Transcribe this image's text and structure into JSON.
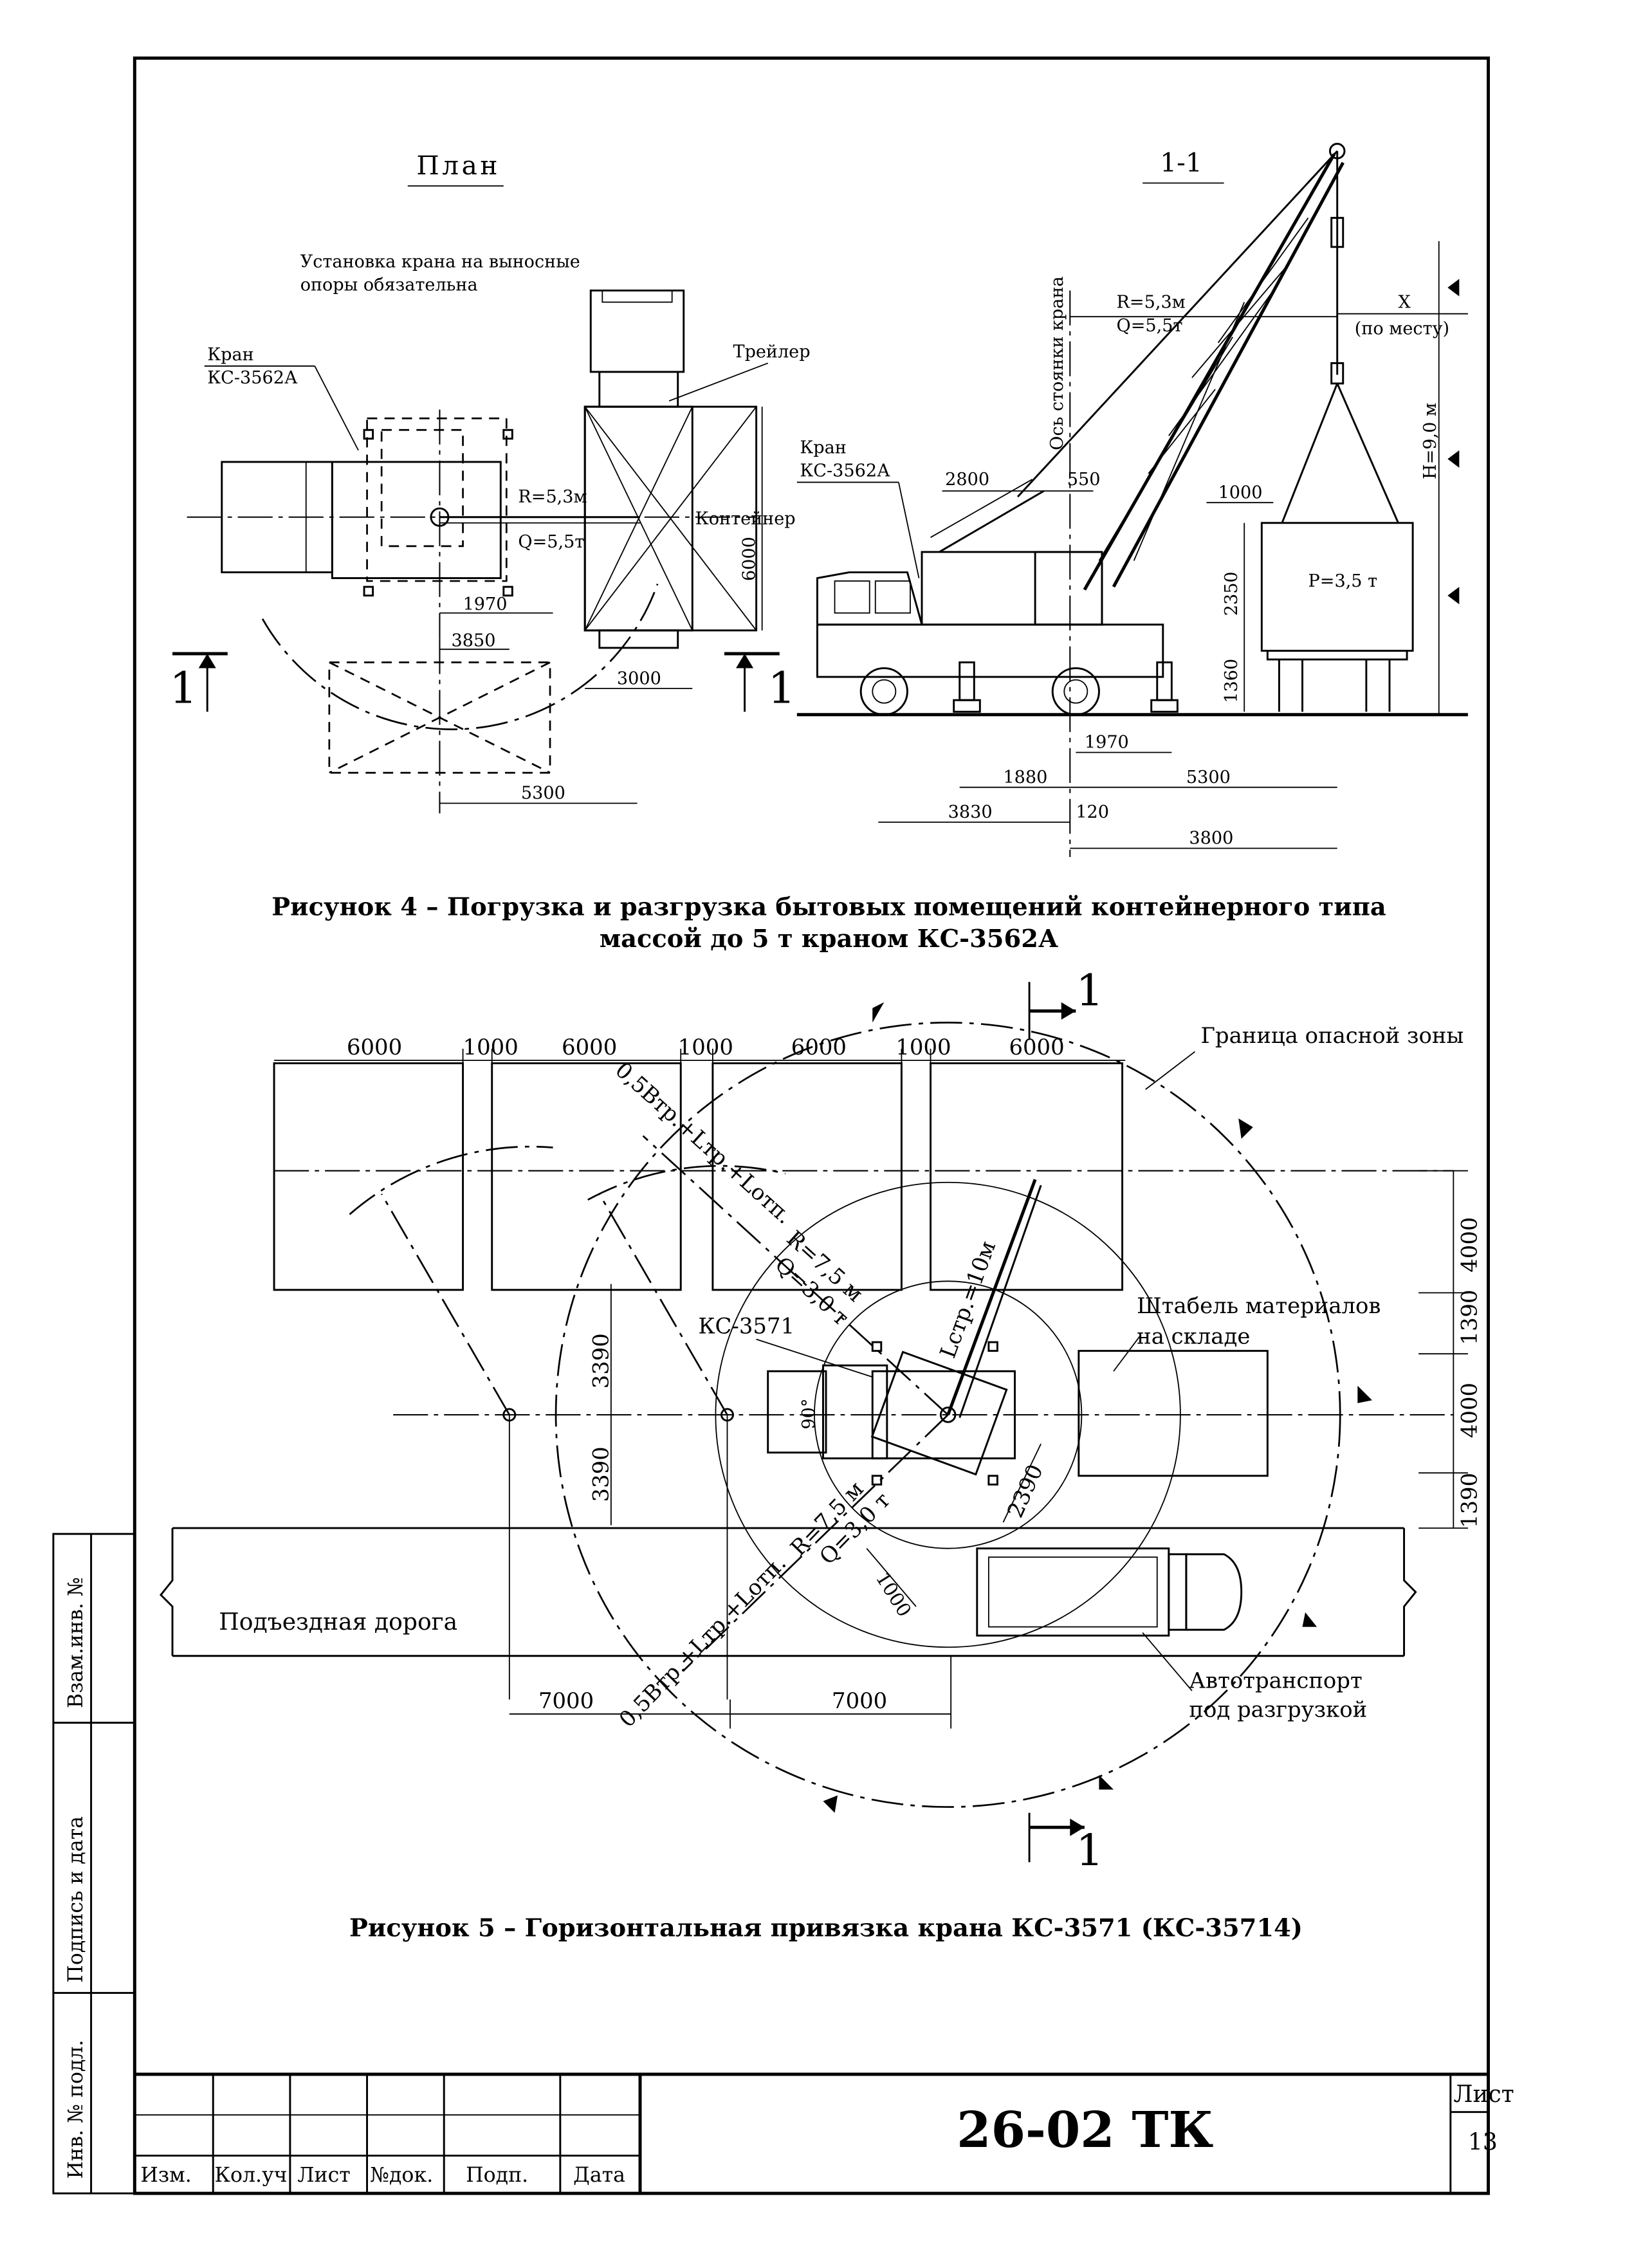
{
  "figure4": {
    "plan": {
      "title": "План",
      "note_line1": "Установка крана на выносные",
      "note_line2": "опоры обязательна",
      "crane_label_1": "Кран",
      "crane_label_2": "КС-3562А",
      "trailer": "Трейлер",
      "container": "Контейнер",
      "radius": "R=5,3м",
      "load": "Q=5,5т",
      "dim_1970": "1970",
      "dim_3850": "3850",
      "dim_3000": "3000",
      "dim_5300": "5300",
      "dim_6000": "6000",
      "section_left": "1",
      "section_right": "1"
    },
    "section": {
      "title": "1-1",
      "crane_label_1": "Кран",
      "crane_label_2": "КС-3562А",
      "axis_label": "Ось стоянки крана",
      "radius": "R=5,3м",
      "load": "Q=5,5т",
      "x_label": "X",
      "x_note": "(по месту)",
      "height": "H=9,0 м",
      "weight": "P=3,5 т",
      "dim_2800": "2800",
      "dim_550": "550",
      "dim_1000": "1000",
      "dim_2350": "2350",
      "dim_1360": "1360",
      "dim_1970": "1970",
      "dim_1880": "1880",
      "dim_5300": "5300",
      "dim_3830": "3830",
      "dim_120": "120",
      "dim_3800": "3800"
    },
    "caption_line1": "Рисунок 4 – Погрузка и разгрузка бытовых помещений контейнерного типа",
    "caption_line2": "массой до 5 т краном КС-3562А"
  },
  "figure5": {
    "section_mark": "1",
    "danger_zone": "Граница опасной зоны",
    "top_dims": [
      "6000",
      "1000",
      "6000",
      "1000",
      "6000",
      "1000",
      "6000"
    ],
    "crane": "КС-3571",
    "stack_1": "Штабель материалов",
    "stack_2": "на складе",
    "radius_top": "R=7,5 м",
    "load_top": "Q=3,0 т",
    "radius_bottom": "R=7,5 м",
    "load_bottom": "Q=3,0 т",
    "boom_length": "Lстр.=10м",
    "formula_top": "0,5Втр.+Lтр.+Lотп.",
    "formula_bottom": "0,5Втр.+Lтр.+Lотп.",
    "angle": "90°",
    "dim_2390": "2390",
    "dim_1000": "1000",
    "dim_3390_a": "3390",
    "dim_3390_b": "3390",
    "right_dims": [
      "4000",
      "1390",
      "4000",
      "1390"
    ],
    "bottom_dims": [
      "7000",
      "7000"
    ],
    "road": "Подъездная дорога",
    "truck_1": "Автотранспорт",
    "truck_2": "под разгрузкой",
    "caption": "Рисунок 5 – Горизонтальная привязка крана КС-3571 (КС-35714)"
  },
  "side_stamp": {
    "labels": [
      "Взам.инв. №",
      "Подпись и дата",
      "Инв. № подл."
    ]
  },
  "title_block": {
    "columns": [
      "Изм.",
      "Кол.уч",
      "Лист",
      "№док.",
      "Подп.",
      "Дата"
    ],
    "doc_code": "26-02 ТК",
    "sheet_label": "Лист",
    "sheet_number": "13"
  }
}
